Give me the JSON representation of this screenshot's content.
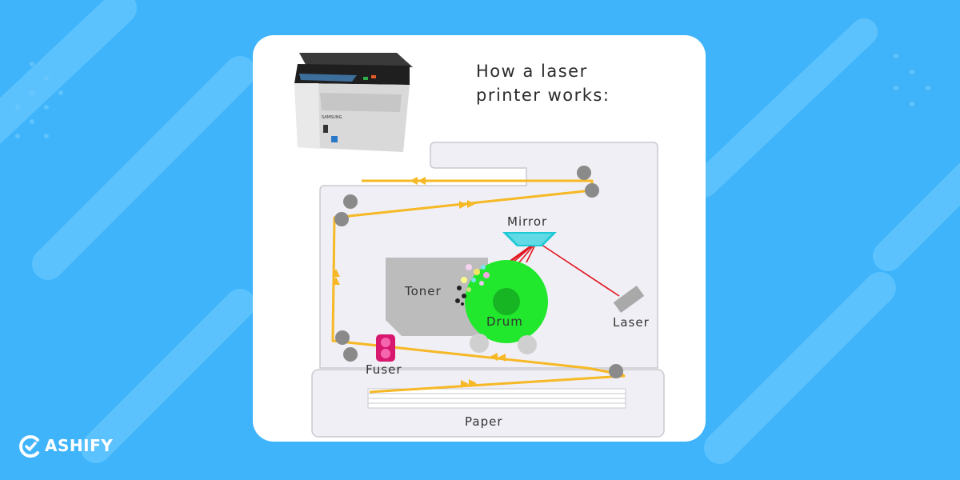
{
  "title": {
    "line1": "How a laser",
    "line2": "printer works:"
  },
  "labels": {
    "mirror": "Mirror",
    "toner": "Toner",
    "drum": "Drum",
    "laser": "Laser",
    "fuser": "Fuser",
    "paper": "Paper"
  },
  "brand": {
    "name": "ASHIFY"
  },
  "colors": {
    "background": "#3fb4fb",
    "paper_path": "#f6b824",
    "drum": "#22e82d",
    "laser_beam": "#e1141e",
    "fuser": "#d8186f",
    "mirror": "#1ec9d6"
  },
  "icons": [
    "printer-photo",
    "cashify-logo-icon"
  ]
}
